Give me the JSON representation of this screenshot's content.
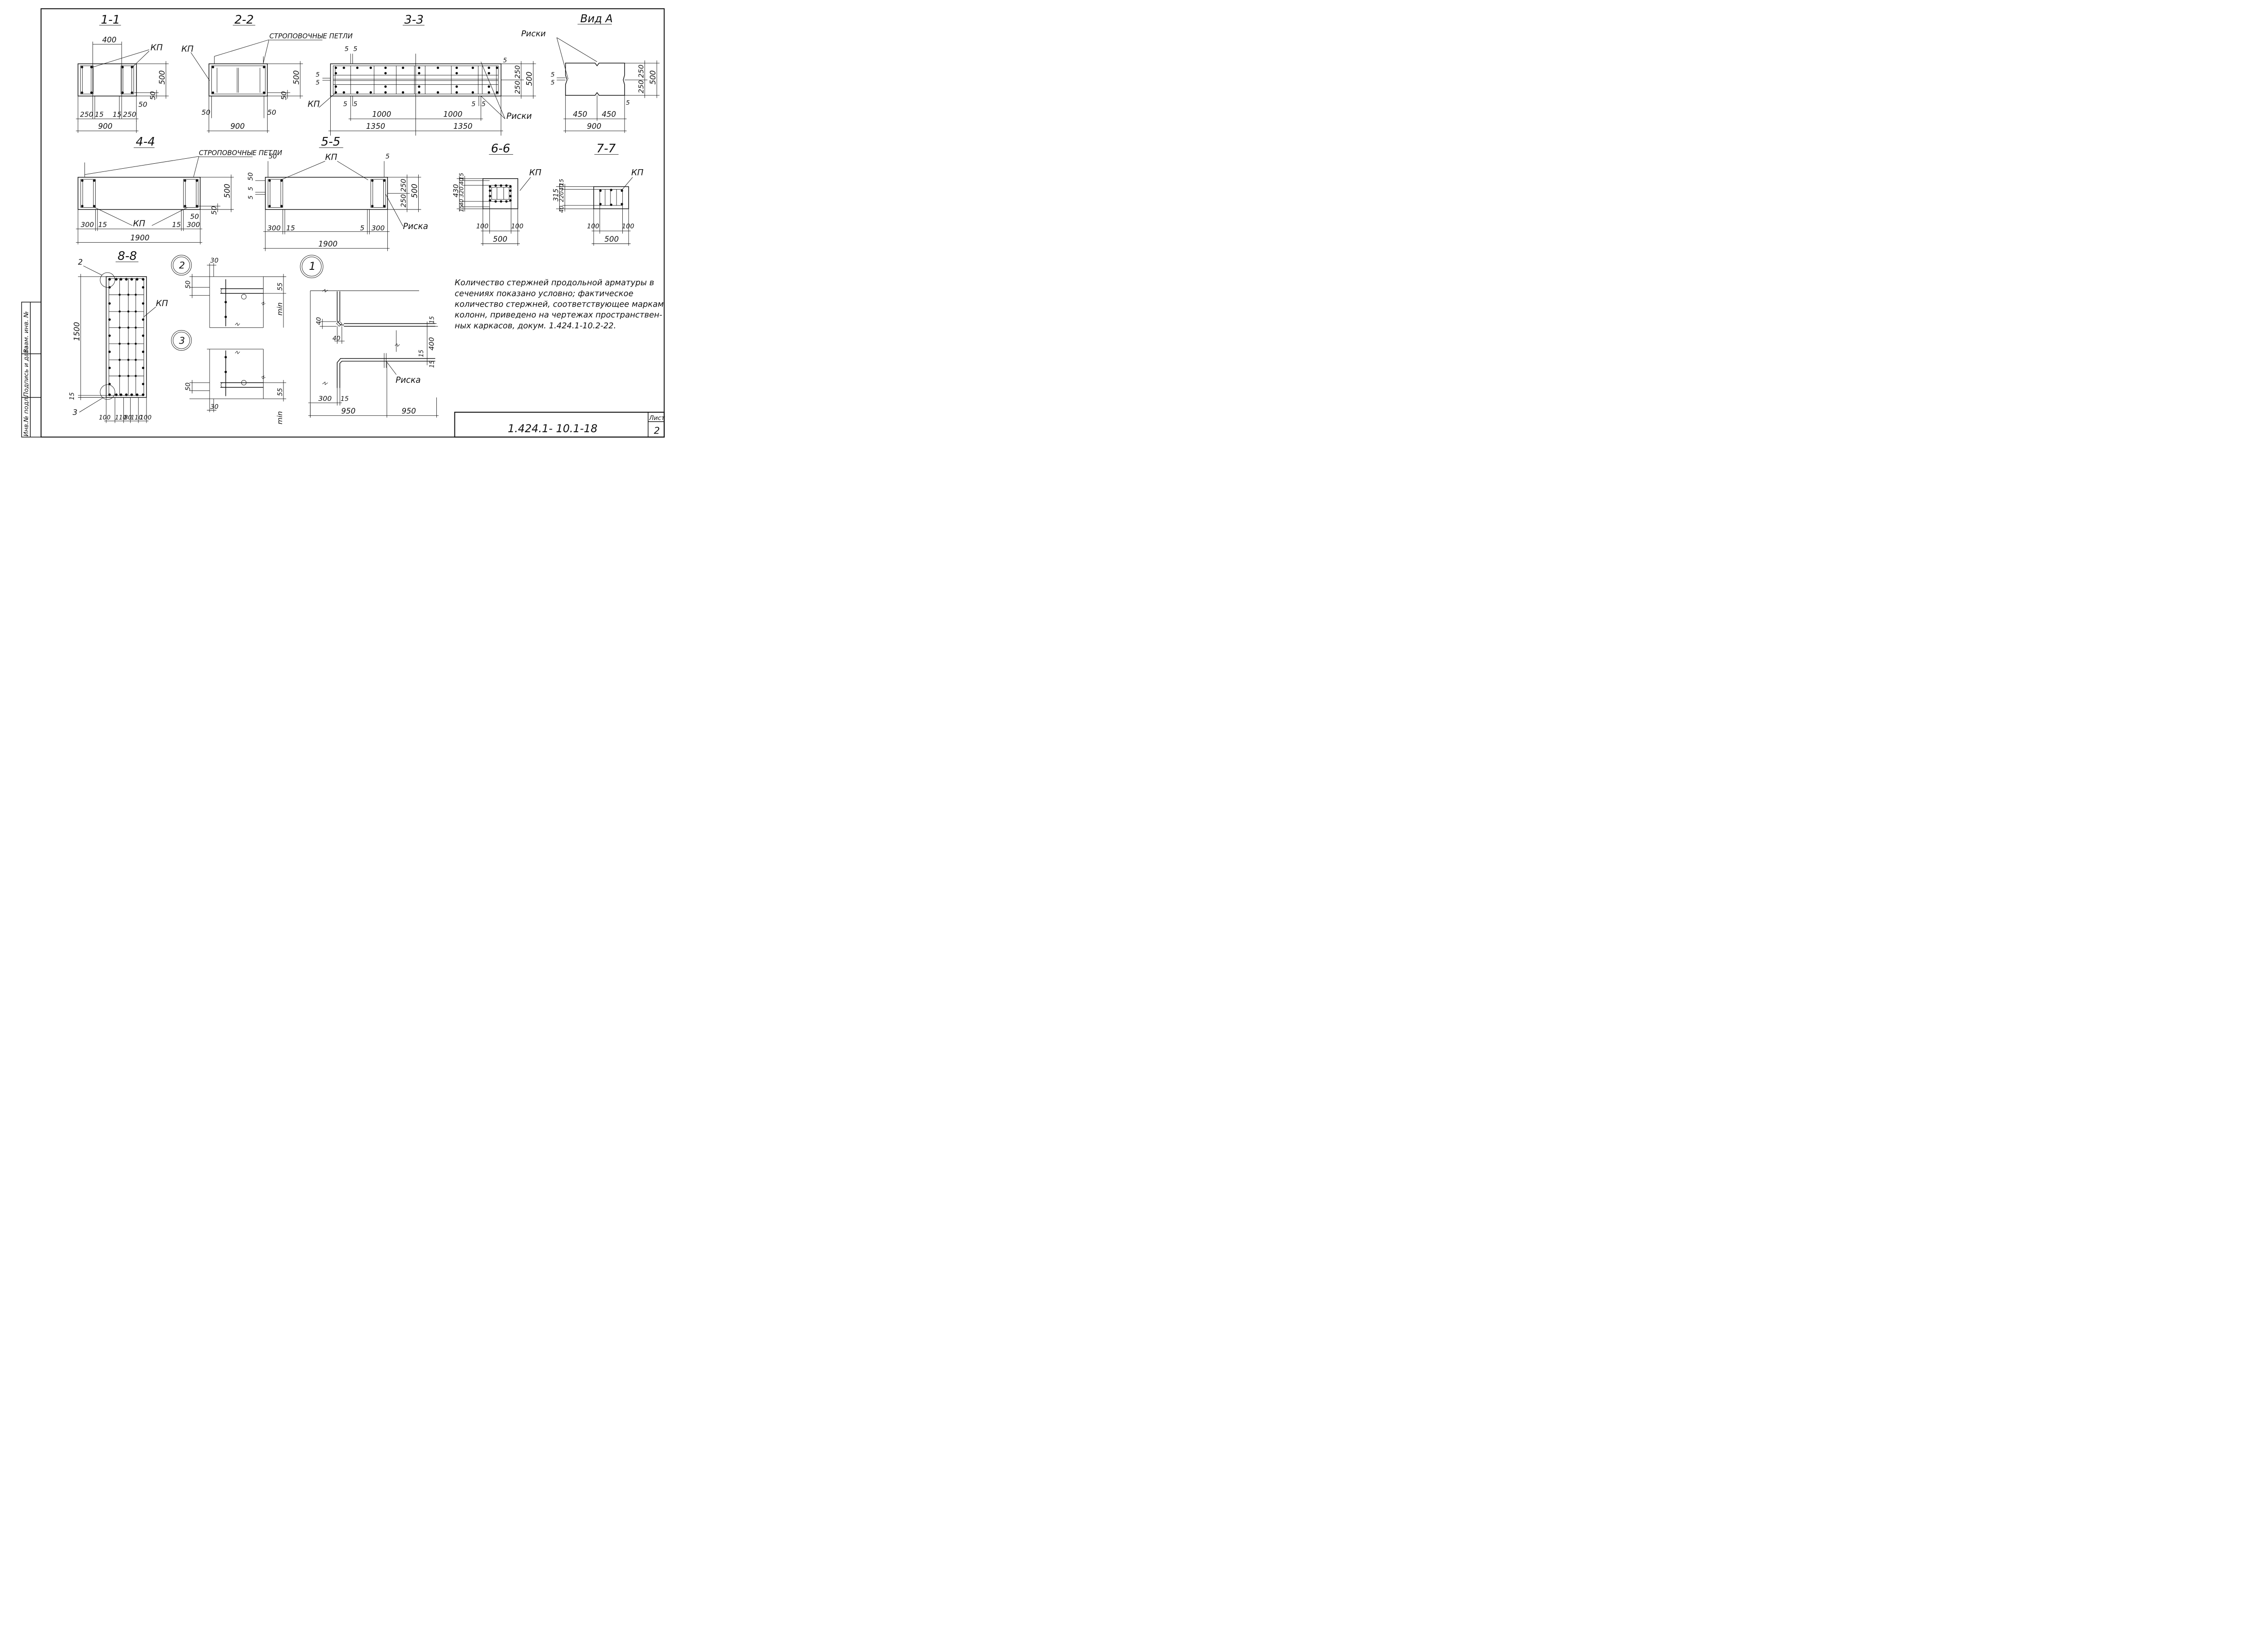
{
  "sections": {
    "s11": {
      "title": "1-1",
      "kp": "КП",
      "d_top": "400",
      "d_h": "500",
      "d_cov": "50",
      "d_cov2": "50",
      "d_a": "250",
      "d_b": "15",
      "d_c": "15",
      "d_d": "250",
      "d_total": "900"
    },
    "s22": {
      "title": "2-2",
      "loops": "СТРОПОВОЧНЫЕ ПЕТЛИ",
      "kp": "КП",
      "d_h": "500",
      "d_cov": "50",
      "d_l": "50",
      "d_r": "50",
      "d_total": "900"
    },
    "s33": {
      "title": "3-3",
      "d55a": "5",
      "d55b": "5",
      "d5_left": "5",
      "d5_left2": "5",
      "d5_r": "5",
      "d_250a": "250",
      "d_250b": "250",
      "d_h": "500",
      "kp": "КП",
      "d5b1": "5",
      "d5b2": "5",
      "d5c1": "5",
      "d5c2": "5",
      "d_1000a": "1000",
      "d_1000b": "1000",
      "d_1350a": "1350",
      "d_1350b": "1350",
      "marks": "Риски"
    },
    "vidA": {
      "title": "Вид А",
      "marks": "Риски",
      "d5a": "5",
      "d5b": "5",
      "d_250a": "250",
      "d_250b": "250",
      "d_h": "500",
      "d5c": "5",
      "d_450a": "450",
      "d_450b": "450",
      "d_total": "900"
    },
    "s44": {
      "title": "4-4",
      "loops": "СТРОПОВОЧНЫЕ ПЕТЛИ",
      "d_h": "500",
      "d_cov": "50",
      "d_cov2": "50",
      "kp": "КП",
      "d_300a": "300",
      "d_15a": "15",
      "d_15b": "15",
      "d_300b": "300",
      "d_total": "1900"
    },
    "s55": {
      "title": "5-5",
      "kp": "КП",
      "d50top": "50",
      "d5top": "5",
      "d50l": "50",
      "d5l1": "5",
      "d5l2": "5",
      "d_250a": "250",
      "d_250b": "250",
      "d_h": "500",
      "mark": "Риска",
      "d_300a": "300",
      "d_15": "15",
      "d_5": "5",
      "d_300b": "300",
      "d_total": "1900"
    },
    "s66": {
      "title": "6-6",
      "kp": "КП",
      "d15": "15",
      "d40a": "40",
      "d320": "320",
      "d40b": "40",
      "d15b": "15",
      "d430": "430",
      "d100a": "100",
      "d100b": "100",
      "d_total": "500"
    },
    "s77": {
      "title": "7-7",
      "kp": "КП",
      "d15": "15",
      "d40a": "40",
      "d220": "220",
      "d40b": "40",
      "d315": "315",
      "d100a": "100",
      "d100b": "100",
      "d_total": "500"
    },
    "s88": {
      "title": "8-8",
      "kp": "КП",
      "n2": "2",
      "n3": "3",
      "d1500": "1500",
      "d15": "15",
      "d100a": "100",
      "d110a": "110",
      "d80": "80",
      "d110b": "110",
      "d100b": "100"
    }
  },
  "details": {
    "n2": "2",
    "n3": "3",
    "n1": "1",
    "d30a": "30",
    "d50a": "50",
    "d55a": "55",
    "mina": "min",
    "d30b": "30",
    "d50b": "50",
    "d55b": "55",
    "minb": "min",
    "d40a": "40",
    "d40b": "40",
    "d15a": "15",
    "d400": "400",
    "d15b": "15",
    "d15c": "15",
    "mark": "Риска",
    "d300": "300",
    "d15d": "15",
    "d950a": "950",
    "d950b": "950"
  },
  "note": {
    "lines": [
      "Количество стержней продольной арматуры в",
      "сечениях показано условно; фактическое",
      "количество стержней, соответствующее маркам",
      "колонн, приведено на чертежах пространствен-",
      "ных каркасов, докум. 1.424.1-10.2-22."
    ]
  },
  "titleblock": {
    "doc_code": "1.424.1- 10.1-18",
    "sheet_label": "Лист",
    "sheet_num": "2"
  },
  "sidebar": {
    "f1": "Инв.№ подл.",
    "f2": "Подпись и дата",
    "f3": "Взам. инв. №"
  }
}
